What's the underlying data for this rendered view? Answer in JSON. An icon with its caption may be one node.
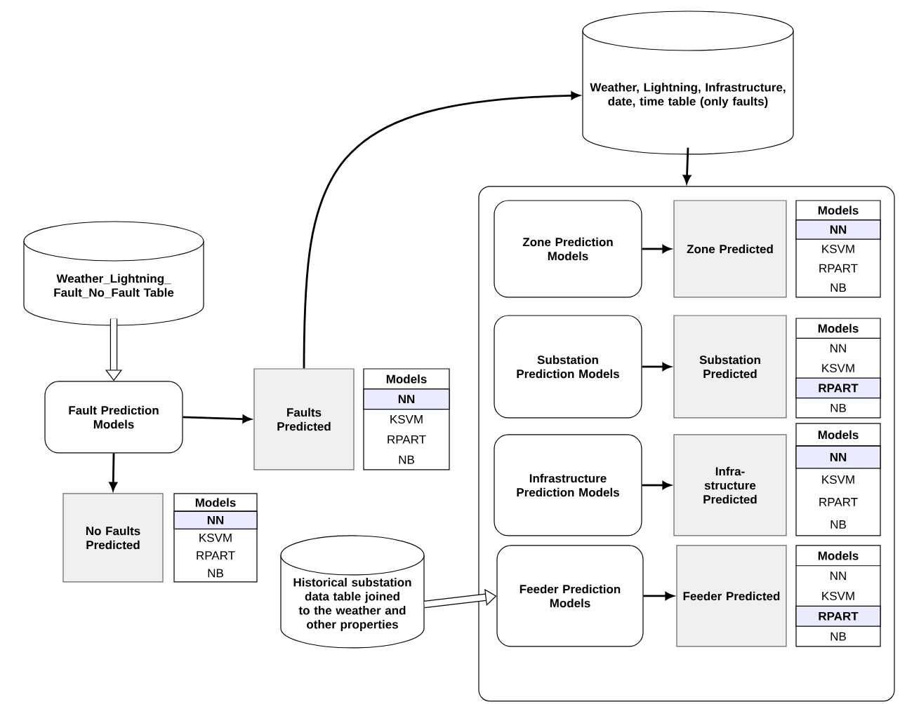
{
  "diagram": {
    "nodes": [
      {
        "text": [
          "Weather, Lightning, Infrastructure, date, time table (only faults)"
        ]
      },
      {
        "text": [
          "Weather_Lightning_ Fault_No_Fault Table"
        ]
      },
      {
        "text": [
          "Fault Prediction Models"
        ]
      },
      {
        "text": [
          "Faults Predicted"
        ]
      },
      {
        "text": [
          "Models",
          "**NN**",
          "KSVM",
          "RPART",
          "NB"
        ]
      },
      {
        "text": [
          "No Faults Predicted"
        ]
      },
      {
        "text": [
          "Models",
          "**NN**",
          "KSVM",
          "RPART",
          "NB"
        ]
      },
      {
        "text": [
          "Historical substation data table joined to the weather and other properties"
        ]
      },
      {
        "text": [],
        "shape": "box"
      },
      {
        "text": [
          "Zone Prediction Models"
        ],
        "in": 8
      },
      {
        "text": [
          "Zone Predicted"
        ],
        "in": 8
      },
      {
        "text": [
          "Models",
          "**NN**",
          "KSVM",
          "RPART",
          "NB"
        ],
        "in": 8
      },
      {
        "text": [
          "Substation Prediction Models"
        ],
        "in": 8
      },
      {
        "text": [
          "Substation Predicted"
        ],
        "in": 8
      },
      {
        "text": [
          "Models",
          "NN",
          "KSVM",
          "**RPART**",
          "NB"
        ],
        "in": 8
      },
      {
        "text": [
          "Infrastructure Prediction Models"
        ],
        "in": 8
      },
      {
        "text": [
          "Infra- structure Predicted"
        ],
        "in": 8
      },
      {
        "text": [
          "Models",
          "**NN**",
          "KSVM",
          "RPART",
          "NB"
        ],
        "in": 8
      },
      {
        "text": [
          "Feeder Prediction Models"
        ],
        "in": 8
      },
      {
        "text": [
          "Feeder Predicted"
        ],
        "in": 8
      },
      {
        "text": [
          "Models",
          "NN",
          "KSVM",
          "**RPART**",
          "NB"
        ],
        "in": 8
      }
    ],
    "edges": [
      {
        "from": 1,
        "to": 2,
        "arrow": "to",
        "style": "thick"
      },
      {
        "from": 2,
        "to": 3,
        "arrow": "to"
      },
      {
        "from": 2,
        "to": 5,
        "arrow": "to"
      },
      {
        "from": 3,
        "to": 0,
        "arrow": "to"
      },
      {
        "from": 0,
        "to": 8,
        "arrow": "to"
      },
      {
        "from": 7,
        "to": 18,
        "arrow": "to",
        "style": "thick"
      },
      {
        "from": 9,
        "to": 10,
        "arrow": "to"
      },
      {
        "from": 12,
        "to": 13,
        "arrow": "to"
      },
      {
        "from": 15,
        "to": 16,
        "arrow": "to"
      },
      {
        "from": 18,
        "to": 19,
        "arrow": "to"
      }
    ]
  }
}
